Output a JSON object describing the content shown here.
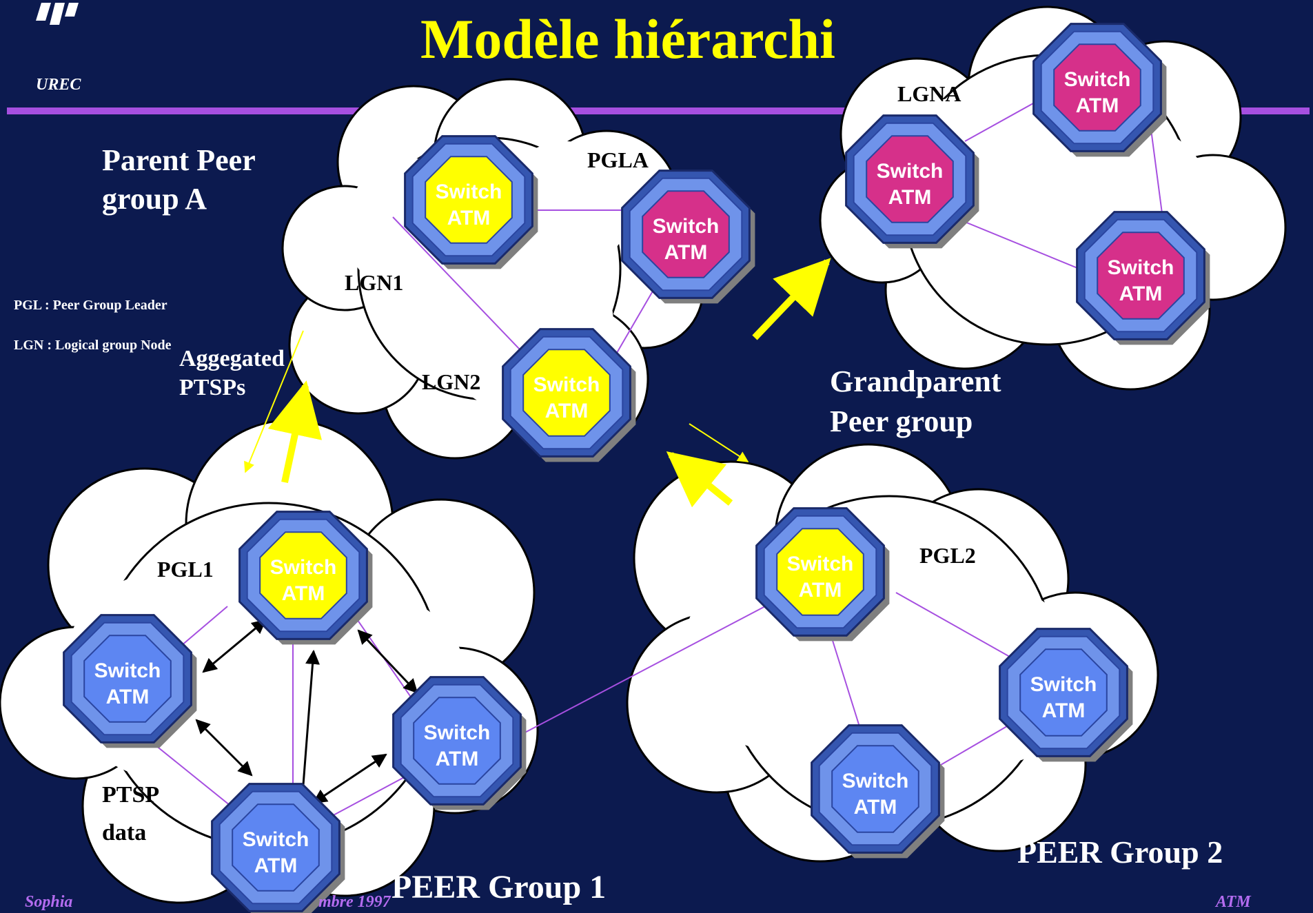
{
  "header": {
    "title": "Modèle hiérarchi",
    "org": "UREC"
  },
  "parent_group": "Parent Peer\ngroup A",
  "legend": [
    "PGL : Peer Group Leader",
    "LGN : Logical group Node"
  ],
  "aggregated_label": "Aggegated\nPTSPs",
  "grandparent_label": "Grandparent\nPeer group",
  "node_labels": {
    "lgna": "LGNA",
    "pgla": "PGLA",
    "lgn1": "LGN1",
    "lgn2": "LGN2",
    "pgl1": "PGL1",
    "pgl2": "PGL2"
  },
  "ptsp_label": "PTSP\ndata",
  "group_labels": {
    "peer1": "PEER Group 1",
    "peer2": "PEER Group 2"
  },
  "switch_label": {
    "line1": "Switch",
    "line2": "ATM"
  },
  "footer": {
    "left": "Sophia",
    "middle": "mbre 1997",
    "right": "ATM"
  },
  "colors": {
    "background": "#0c1a4f",
    "title": "#ffff00",
    "accent_line": "#a64fe0",
    "switch_yellow": "#ffff00",
    "switch_magenta": "#d6308a",
    "switch_blue": "#5d86f2",
    "switch_rim": "#3556b0",
    "arrow_yellow": "#ffff00"
  }
}
